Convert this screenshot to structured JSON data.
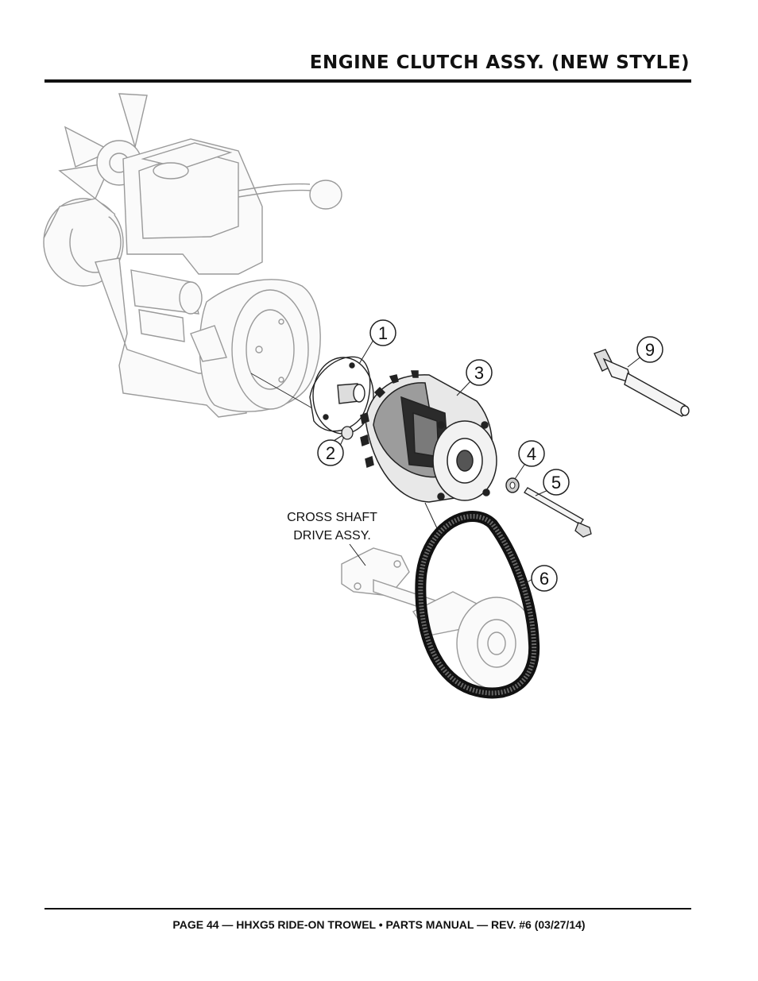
{
  "header": {
    "title": "ENGINE CLUTCH ASSY. (NEW STYLE)"
  },
  "diagram": {
    "callouts": [
      "1",
      "2",
      "3",
      "4",
      "5",
      "6",
      "9"
    ],
    "annotation_line1": "CROSS SHAFT",
    "annotation_line2": "DRIVE ASSY."
  },
  "footer": {
    "text": "PAGE 44 — HHXG5 RIDE-ON TROWEL • PARTS MANUAL — REV. #6 (03/27/14)"
  }
}
